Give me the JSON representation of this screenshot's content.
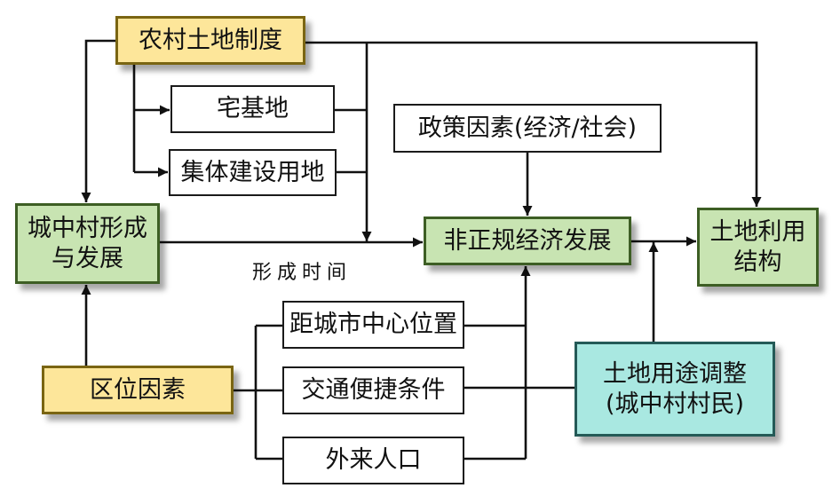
{
  "diagram": {
    "nodes": {
      "rural_land_system": "农村土地制度",
      "homestead": "宅基地",
      "collective_construction_land": "集体建设用地",
      "policy_factors": "政策因素(经济/社会)",
      "urban_village_formation": "城中村形成\n与发展",
      "informal_economy": "非正规经济发展",
      "land_use_structure": "土地利用\n结构",
      "distance_to_center": "距城市中心位置",
      "transport_convenience": "交通便捷条件",
      "migrant_population": "外来人口",
      "location_factors": "区位因素",
      "land_use_adjustment": "土地用途调整\n(城中村村民)"
    },
    "edge_labels": {
      "formation_time": "形成时间"
    },
    "edges": [
      {
        "from": "农村土地制度",
        "to": "城中村形成与发展"
      },
      {
        "from": "农村土地制度",
        "to": "宅基地"
      },
      {
        "from": "农村土地制度",
        "to": "集体建设用地"
      },
      {
        "from": "农村土地制度",
        "to": "土地利用结构"
      },
      {
        "from": "宅基地",
        "to": "非正规经济发展"
      },
      {
        "from": "集体建设用地",
        "to": "非正规经济发展"
      },
      {
        "from": "城中村形成与发展",
        "to": "非正规经济发展",
        "label": "形成时间"
      },
      {
        "from": "政策因素(经济/社会)",
        "to": "非正规经济发展"
      },
      {
        "from": "非正规经济发展",
        "to": "土地利用结构"
      },
      {
        "from": "区位因素",
        "to": "城中村形成与发展"
      },
      {
        "from": "区位因素",
        "to": "距城市中心位置"
      },
      {
        "from": "区位因素",
        "to": "交通便捷条件"
      },
      {
        "from": "区位因素",
        "to": "外来人口"
      },
      {
        "from": "距城市中心位置",
        "to": "非正规经济发展"
      },
      {
        "from": "外来人口",
        "to": "非正规经济发展"
      },
      {
        "from": "交通便捷条件",
        "to": "土地用途调整(城中村村民)"
      },
      {
        "from": "土地用途调整(城中村村民)",
        "to": "土地利用结构"
      }
    ],
    "colors": {
      "source_fill": "#fde69a",
      "outcome_fill": "#c8e4b2",
      "actor_fill": "#a9e8e1",
      "line": "#111111"
    }
  }
}
